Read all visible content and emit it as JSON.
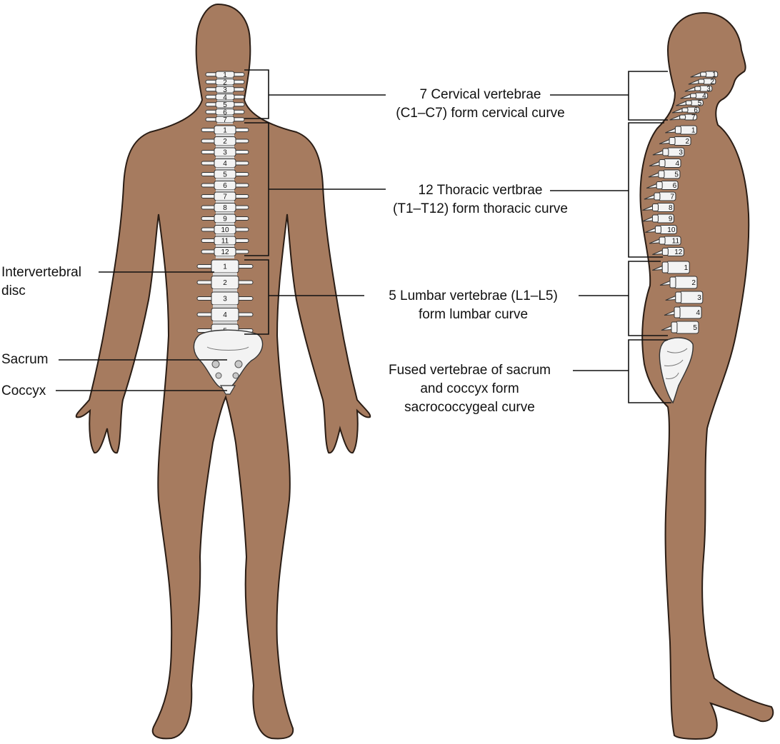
{
  "colors": {
    "skin": "#a67b5f",
    "outline": "#2a1d15",
    "bone": "#f3f3f3",
    "bone_outline": "#333333",
    "leader": "#111111",
    "background": "#ffffff"
  },
  "labels": {
    "cervical": [
      "7 Cervical vertebrae",
      "(C1–C7) form cervical curve"
    ],
    "thoracic": [
      "12 Thoracic vertbrae",
      "(T1–T12) form thoracic curve"
    ],
    "lumbar": [
      "5 Lumbar vertebrae (L1–L5)",
      "form lumbar curve"
    ],
    "sacrococcygeal": [
      "Fused vertebrae of sacrum",
      "and coccyx form",
      "sacrococcygeal curve"
    ],
    "intervertebral": [
      "Intervertebral",
      "disc"
    ],
    "sacrum": "Sacrum",
    "coccyx": "Coccyx"
  },
  "vertebrae": {
    "cervical": [
      "1",
      "2",
      "3",
      "4",
      "5",
      "6",
      "7"
    ],
    "thoracic": [
      "1",
      "2",
      "3",
      "4",
      "5",
      "6",
      "7",
      "8",
      "9",
      "10",
      "11",
      "12"
    ],
    "lumbar": [
      "1",
      "2",
      "3",
      "4",
      "5"
    ]
  }
}
